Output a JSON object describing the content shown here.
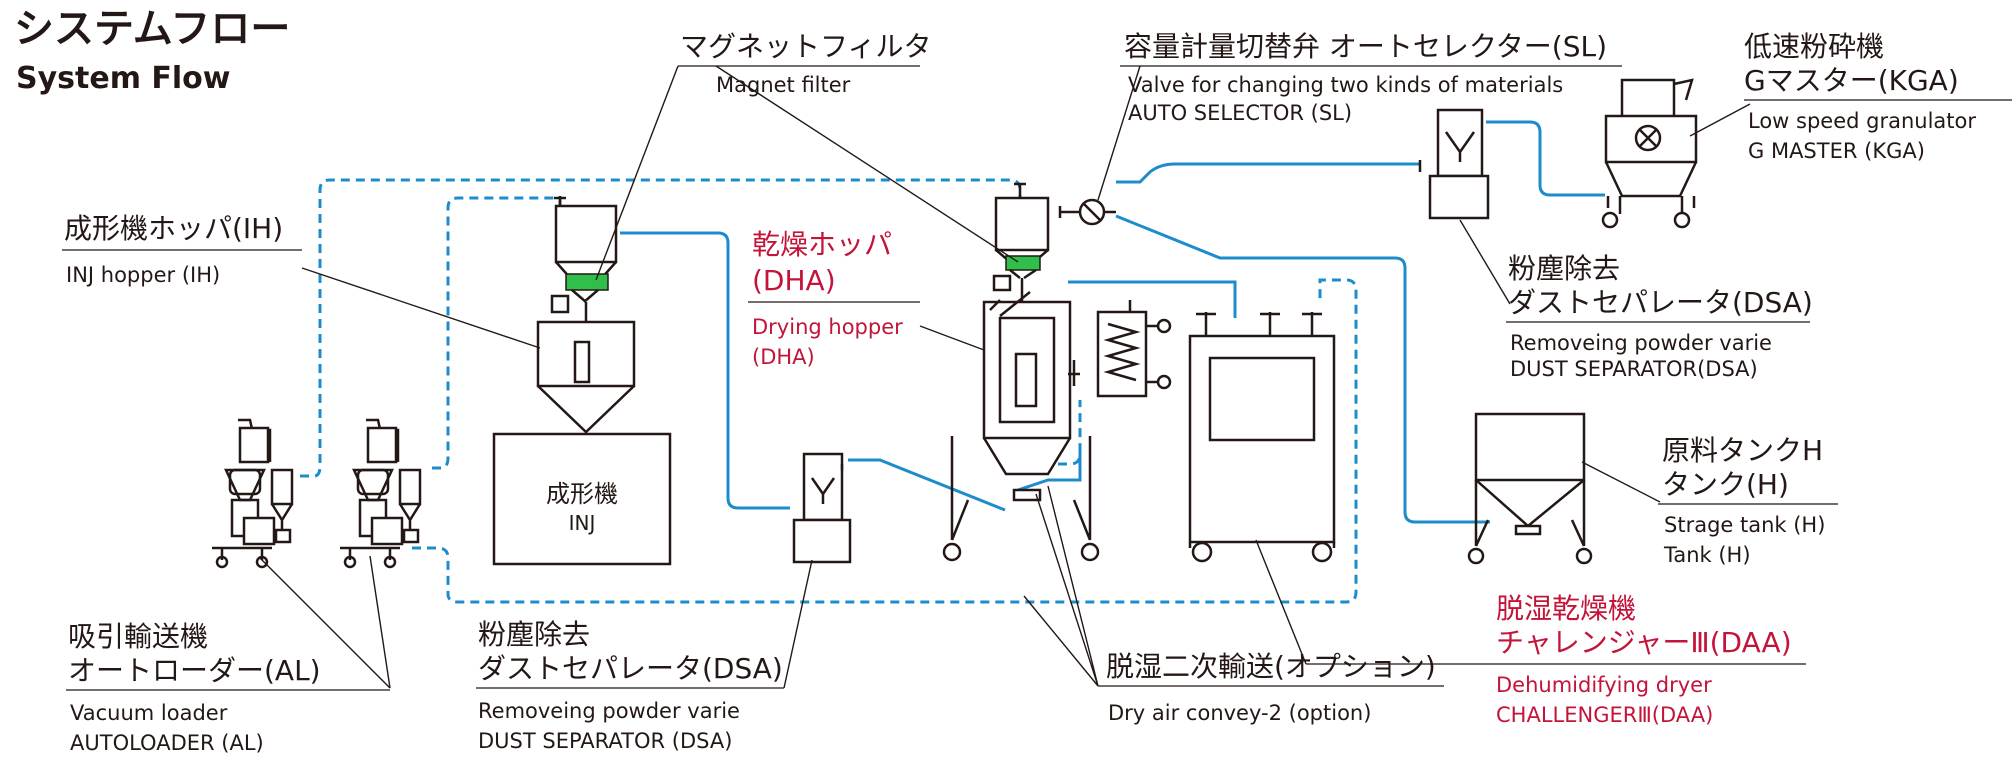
{
  "title": {
    "jp": "システムフロー",
    "en": "System Flow"
  },
  "labels": {
    "magnet_filter": {
      "jp": "マグネットフィルタ",
      "en": "Magnet filter"
    },
    "auto_selector": {
      "jp": "容量計量切替弁 オートセレクター(SL)",
      "en1": "Valve for changing two kinds of materials",
      "en2": "AUTO SELECTOR (SL)"
    },
    "granulator": {
      "jp1": "低速粉砕機",
      "jp2": "Gマスター(KGA)",
      "en1": "Low speed granulator",
      "en2": "G MASTER (KGA)"
    },
    "inj_hopper": {
      "jp": "成形機ホッパ(IH)",
      "en": "INJ hopper (IH)"
    },
    "drying_hopper": {
      "jp1": "乾燥ホッパ",
      "jp2": "(DHA)",
      "en1": "Drying hopper",
      "en2": "(DHA)"
    },
    "dust_sep_top": {
      "jp1": "粉塵除去",
      "jp2": "ダストセパレータ(DSA)",
      "en1": "Removeing powder varie",
      "en2": "DUST SEPARATOR(DSA)"
    },
    "storage_tank": {
      "jp1": "原料タンクH",
      "jp2": "タンク(H)",
      "en1": "Strage tank (H)",
      "en2": "Tank (H)"
    },
    "dehumidifier": {
      "jp1": "脱湿乾燥機",
      "jp2": "チャレンジャーⅢ(DAA)",
      "en1": "Dehumidifying dryer",
      "en2": "CHALLENGERⅢ(DAA)"
    },
    "dry_air_convey": {
      "jp": "脱湿二次輸送(オプション)",
      "en": "Dry air convey-2 (option)"
    },
    "dust_sep_bottom": {
      "jp1": "粉塵除去",
      "jp2": "ダストセパレータ(DSA)",
      "en1": "Removeing powder varie",
      "en2": "DUST SEPARATOR (DSA)"
    },
    "autoloader": {
      "jp1": "吸引輸送機",
      "jp2": "オートローダー(AL)",
      "en1": "Vacuum loader",
      "en2": "AUTOLOADER (AL)"
    },
    "molding_machine": {
      "jp": "成形機",
      "en": "INJ"
    }
  },
  "colors": {
    "line": "#231815",
    "pipe": "#1d8ccc",
    "accent": "#c3143a",
    "mesh": "#2fbf4a"
  }
}
